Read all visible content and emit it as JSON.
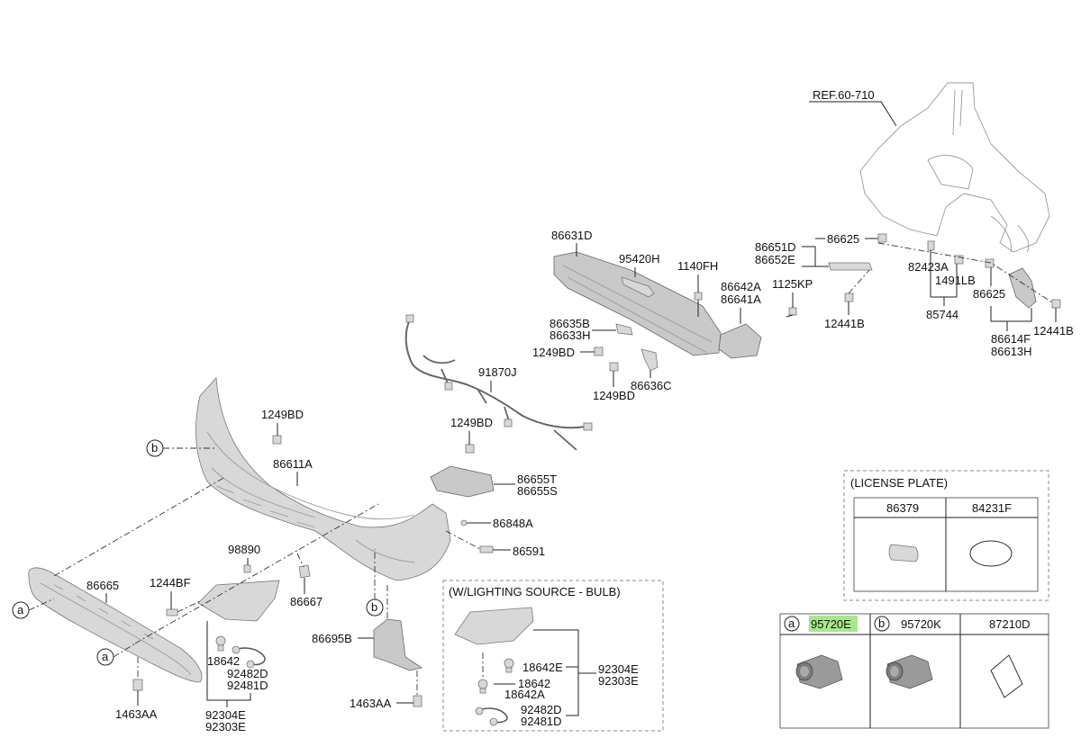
{
  "labels": {
    "ref": "REF.60-710",
    "p86631D": "86631D",
    "p95420H": "95420H",
    "p1140FH": "1140FH",
    "p86642A": "86642A",
    "p86641A": "86641A",
    "p1125KP": "1125KP",
    "p86651D": "86651D",
    "p86652E": "86652E",
    "p86625a": "86625",
    "p82423A": "82423A",
    "p1491LB": "1491LB",
    "p86625b": "86625",
    "p12441Ba": "12441B",
    "p85744": "85744",
    "p86614F": "86614F",
    "p86613H": "86613H",
    "p12441Bb": "12441B",
    "p86635B": "86635B",
    "p86633H": "86633H",
    "p1249BDa": "1249BD",
    "p1249BDb": "1249BD",
    "p86636C": "86636C",
    "p91870J": "91870J",
    "p1249BDc": "1249BD",
    "p1249BDd": "1249BD",
    "p86611A": "86611A",
    "p86655T": "86655T",
    "p86655S": "86655S",
    "p86848A": "86848A",
    "p86591": "86591",
    "p98890": "98890",
    "p1244BF": "1244BF",
    "p86665": "86665",
    "p86667": "86667",
    "p86695B": "86695B",
    "p1463AAa": "1463AA",
    "p1463AAb": "1463AA",
    "p18642a": "18642",
    "p92482Da": "92482D",
    "p92481Da": "92481D",
    "p92304Ea": "92304E",
    "p92303Ea": "92303E",
    "p18642E": "18642E",
    "p18642b": "18642",
    "p18642A": "18642A",
    "p92304Eb": "92304E",
    "p92303Eb": "92303E",
    "p92482Db": "92482D",
    "p92481Db": "92481D",
    "callout_a": "a",
    "callout_b": "b"
  },
  "bulb_box": {
    "title": "(W/LIGHTING SOURCE - BULB)"
  },
  "license_box": {
    "title": "(LICENSE PLATE)",
    "columns": [
      "86379",
      "84231F"
    ]
  },
  "sensor_table": {
    "columns": [
      {
        "callout": "a",
        "part": "95720E",
        "highlighted": true
      },
      {
        "callout": "b",
        "part": "95720K",
        "highlighted": false
      },
      {
        "callout": "",
        "part": "87210D",
        "highlighted": false
      }
    ],
    "highlight_color": "#a6e88a"
  }
}
